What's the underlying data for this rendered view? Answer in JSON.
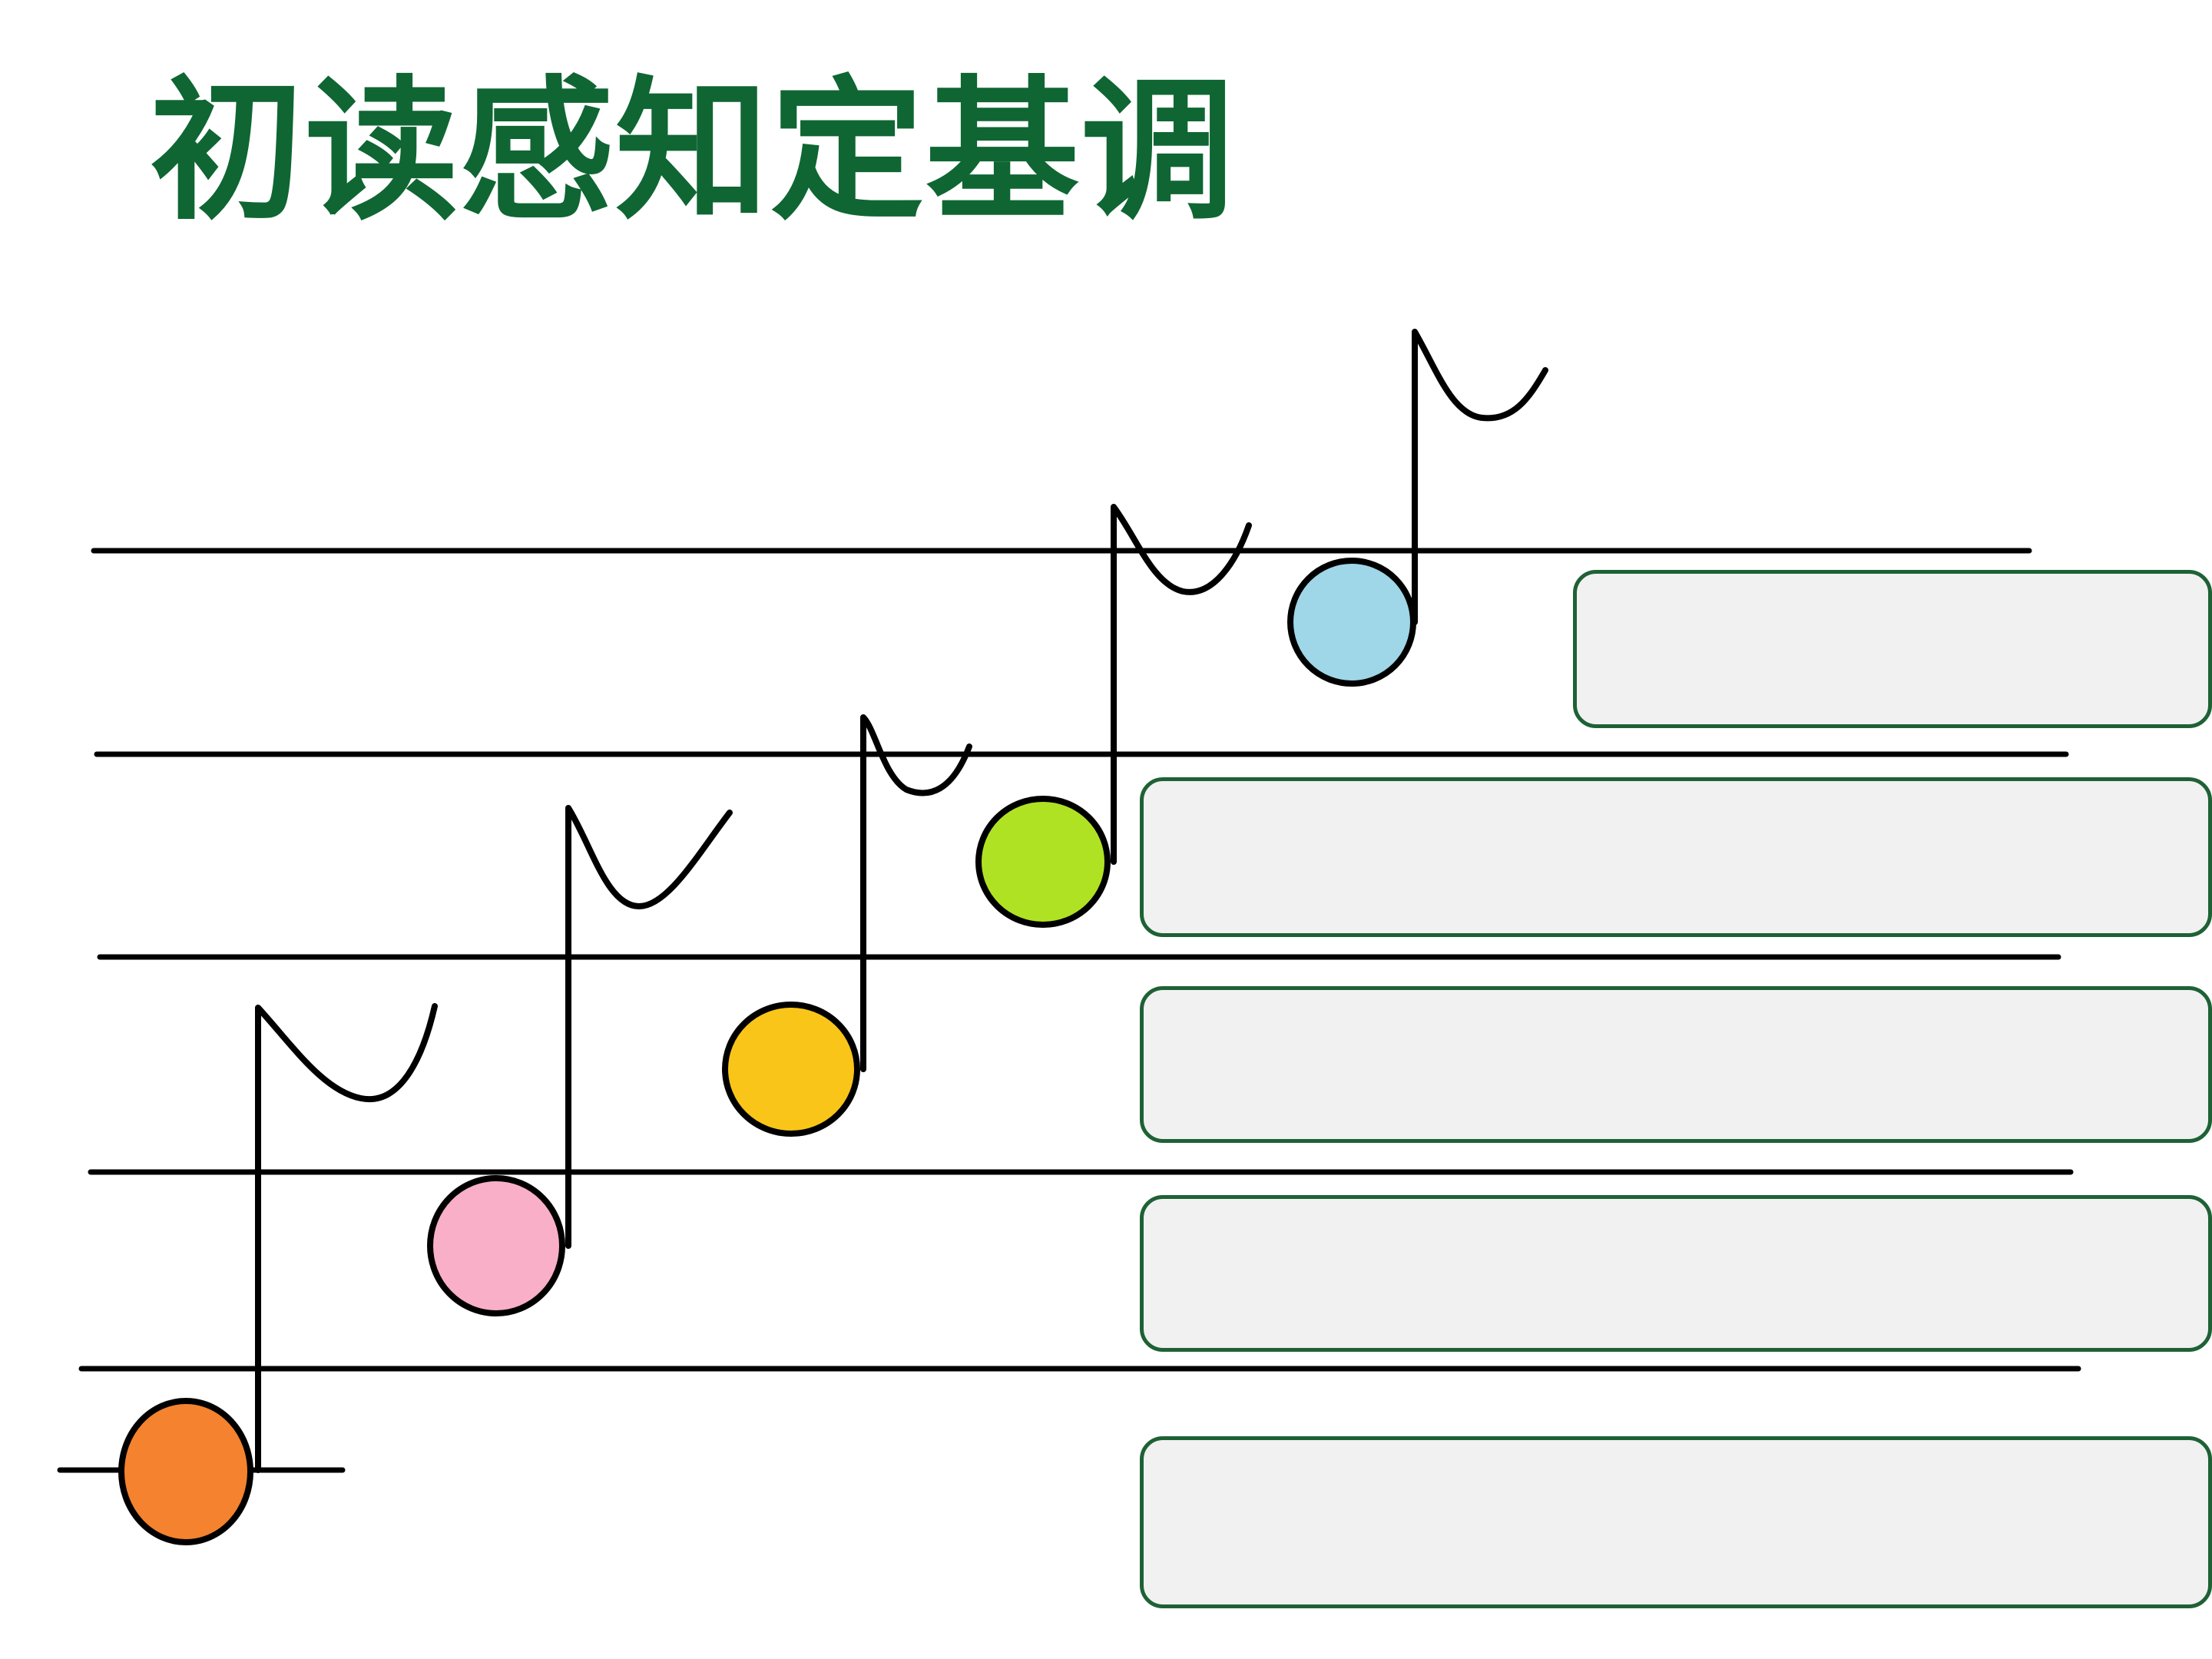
{
  "slide": {
    "title": "初读感知定基调"
  },
  "notes": [
    {
      "name": "orange-note",
      "color": "#f5822e"
    },
    {
      "name": "pink-note",
      "color": "#f9afc8"
    },
    {
      "name": "yellow-note",
      "color": "#f9c519"
    },
    {
      "name": "green-note",
      "color": "#b0e224"
    },
    {
      "name": "blue-note",
      "color": "#9fd6e8"
    }
  ],
  "answer_boxes": [
    {
      "name": "answer-box-1",
      "text": ""
    },
    {
      "name": "answer-box-2",
      "text": ""
    },
    {
      "name": "answer-box-3",
      "text": ""
    },
    {
      "name": "answer-box-4",
      "text": ""
    },
    {
      "name": "answer-box-5",
      "text": ""
    }
  ],
  "colors": {
    "title": "#0f6633",
    "box_border": "#1e6135",
    "box_fill": "#f1f1f1",
    "staff_line": "#000000"
  }
}
